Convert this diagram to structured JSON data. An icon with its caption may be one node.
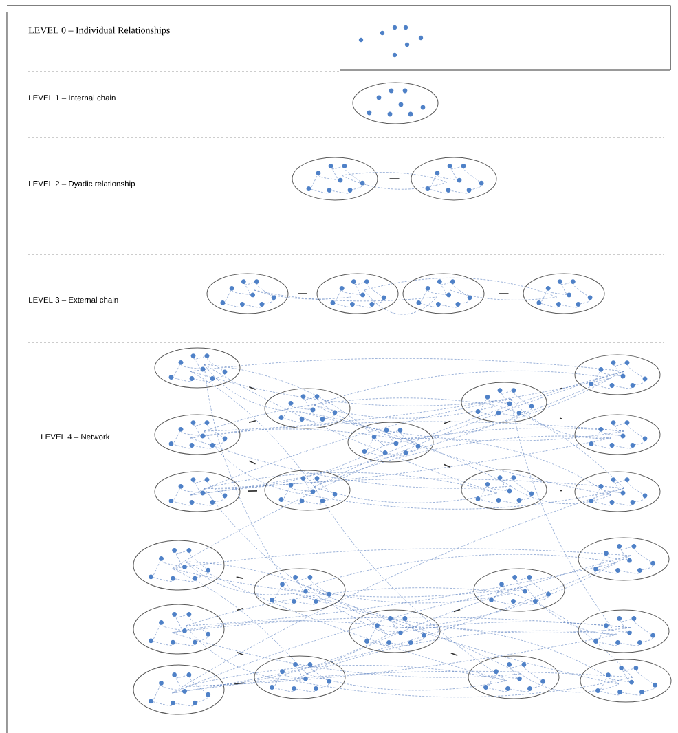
{
  "diagram": {
    "nodes": [
      {
        "text": [],
        "shape": "ellipse"
      },
      {
        "text": [],
        "shape": "ellipse"
      },
      {
        "text": [],
        "shape": "ellipse"
      },
      {
        "text": [],
        "shape": "ellipse"
      },
      {
        "text": [],
        "shape": "ellipse"
      },
      {
        "text": [],
        "shape": "ellipse"
      },
      {
        "text": [],
        "shape": "ellipse"
      },
      {
        "text": [],
        "shape": "ellipse"
      },
      {
        "text": [],
        "shape": "ellipse"
      },
      {
        "text": [],
        "shape": "ellipse"
      },
      {
        "text": [],
        "shape": "ellipse"
      },
      {
        "text": [],
        "shape": "ellipse"
      },
      {
        "text": [],
        "shape": "ellipse"
      },
      {
        "text": [],
        "shape": "ellipse"
      },
      {
        "text": [],
        "shape": "ellipse"
      },
      {
        "text": [],
        "shape": "ellipse"
      },
      {
        "text": [],
        "shape": "ellipse"
      },
      {
        "text": [],
        "shape": "ellipse"
      },
      {
        "text": [],
        "shape": "ellipse"
      },
      {
        "text": [],
        "shape": "ellipse"
      },
      {
        "text": [],
        "shape": "ellipse"
      },
      {
        "text": [],
        "shape": "ellipse"
      },
      {
        "text": [],
        "shape": "ellipse"
      },
      {
        "text": [],
        "shape": "ellipse"
      },
      {
        "text": [],
        "shape": "ellipse"
      },
      {
        "text": [],
        "shape": "ellipse"
      },
      {
        "text": [],
        "shape": "ellipse"
      },
      {
        "text": [],
        "shape": "ellipse"
      },
      {
        "text": [],
        "shape": "ellipse"
      }
    ],
    "labels": [
      "LEVEL 0 – Individual Relationships",
      "LEVEL 1 – Internal chain",
      "LEVEL 2 – Dyadic relationship",
      "LEVEL 3 – External chain",
      "LEVEL 4 – Network"
    ]
  }
}
